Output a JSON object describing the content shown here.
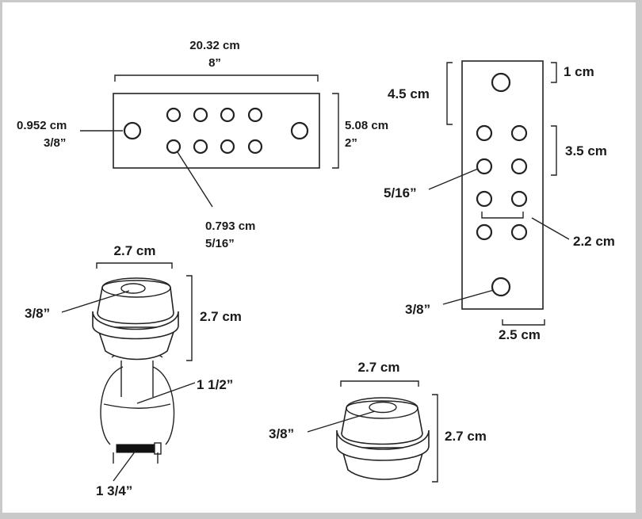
{
  "diagram": {
    "plate_horizontal": {
      "width_cm": "20.32 cm",
      "width_in": "8”",
      "height_cm": "5.08 cm",
      "height_in": "2”",
      "end_hole_cm": "0.952 cm",
      "end_hole_in": "3/8”",
      "small_hole_cm": "0.793 cm",
      "small_hole_in": "5/16”"
    },
    "plate_vertical": {
      "top_offset": "1 cm",
      "top_section": "4.5 cm",
      "hole_pitch": "3.5 cm",
      "small_hole": "5/16”",
      "column_gap": "2.2 cm",
      "large_hole": "3/8”",
      "bottom_width": "2.5 cm"
    },
    "bushing_clamp": {
      "width": "2.7 cm",
      "height": "2.7 cm",
      "bore": "3/8”",
      "clamp_inner": "1 1/2”",
      "clamp_outer": "1 3/4”"
    },
    "bushing_single": {
      "width": "2.7 cm",
      "height": "2.7 cm",
      "bore": "3/8”"
    }
  }
}
